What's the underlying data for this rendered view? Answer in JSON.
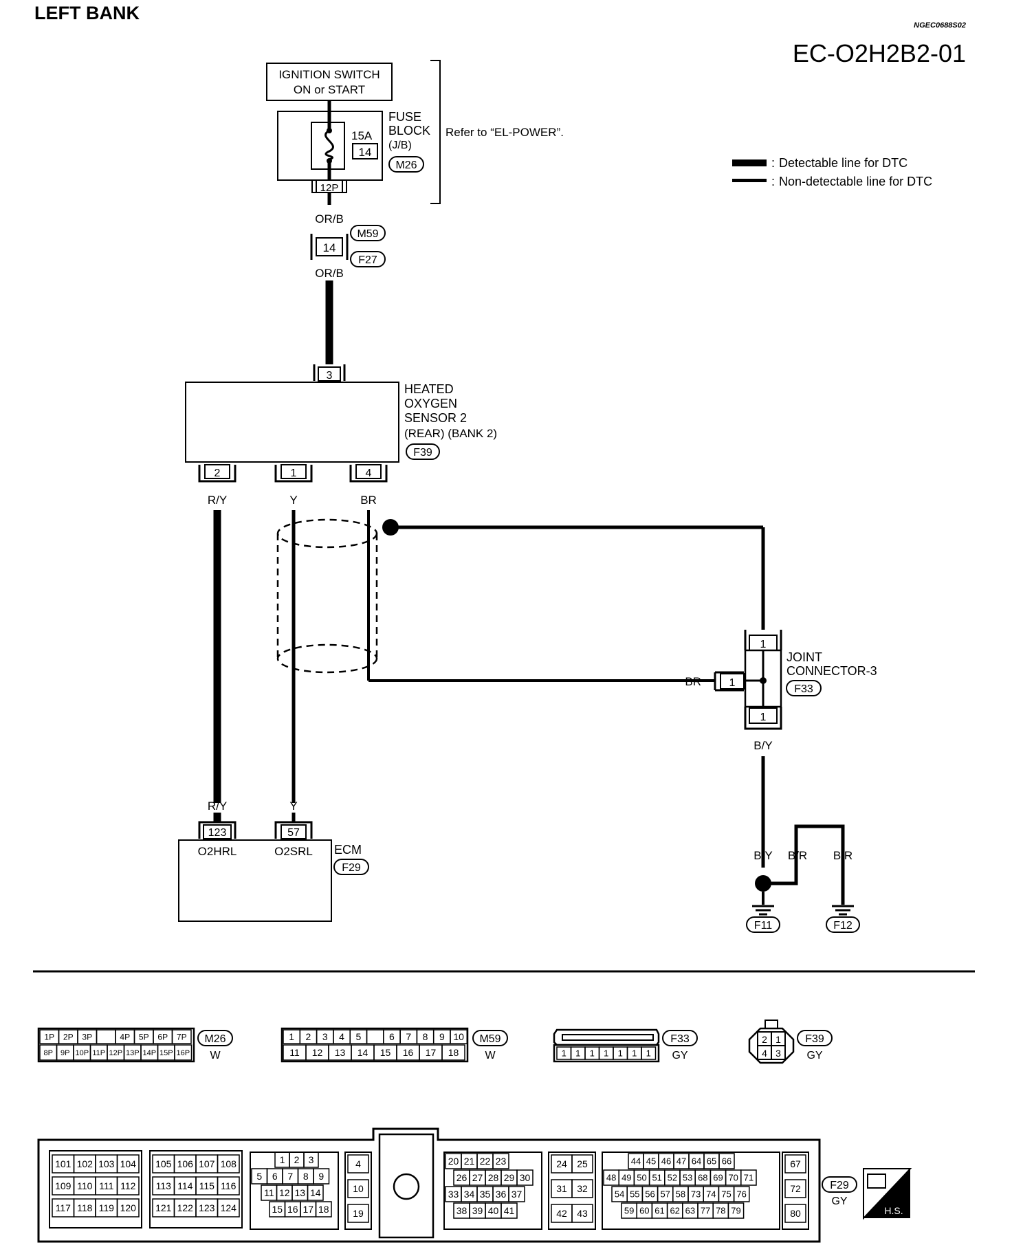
{
  "header": {
    "section_title": "LEFT BANK",
    "doc_code": "NGEC0688S02",
    "diagram_id": "EC-O2H2B2-01"
  },
  "legend": {
    "detectable": "Detectable line for DTC",
    "non_detectable": "Non-detectable line for DTC"
  },
  "ignition": {
    "line1": "IGNITION SWITCH",
    "line2": "ON or START"
  },
  "fuse_block": {
    "label1": "FUSE",
    "label2": "BLOCK",
    "label3": "(J/B)",
    "amp": "15A",
    "terminal": "14",
    "connector": "M26",
    "bottom_connector": "12P",
    "refer": "Refer to “EL-POWER”."
  },
  "joint": {
    "wire_top": "OR/B",
    "terminal": "14",
    "conn_a": "M59",
    "conn_b": "F27",
    "wire_bottom": "OR/B"
  },
  "sensor": {
    "line1": "HEATED",
    "line2": "OXYGEN",
    "line3": "SENSOR 2",
    "line4": "(REAR) (BANK 2)",
    "connector": "F39",
    "top_pin": "3",
    "pins": [
      "2",
      "1",
      "4"
    ],
    "wires": [
      "R/Y",
      "Y",
      "BR"
    ]
  },
  "joint_connector": {
    "line1": "JOINT",
    "line2": "CONNECTOR-3",
    "connector": "F33",
    "pin_top": "1",
    "pin_left": "1",
    "pin_bottom": "1",
    "wire_left": "BR",
    "wire_bottom": "B/Y"
  },
  "ecm": {
    "label": "ECM",
    "connector": "F29",
    "wires": [
      "R/Y",
      "Y"
    ],
    "pins": [
      "123",
      "57"
    ],
    "signals": [
      "O2HRL",
      "O2SRL"
    ]
  },
  "ground": {
    "wires": [
      "B/Y",
      "B/R",
      "B/R"
    ],
    "connectors": [
      "F11",
      "F12"
    ]
  },
  "connector_views": {
    "m26": {
      "id": "M26",
      "color": "W",
      "top": [
        "1P",
        "2P",
        "3P",
        "",
        "4P",
        "5P",
        "6P",
        "7P"
      ],
      "bottom": [
        "8P",
        "9P",
        "10P",
        "11P",
        "12P",
        "13P",
        "14P",
        "15P",
        "16P"
      ]
    },
    "m59": {
      "id": "M59",
      "color": "W",
      "top": [
        "1",
        "2",
        "3",
        "4",
        "5",
        "",
        "6",
        "7",
        "8",
        "9",
        "10"
      ],
      "bottom": [
        "11",
        "12",
        "13",
        "14",
        "15",
        "16",
        "17",
        "18"
      ]
    },
    "f33": {
      "id": "F33",
      "color": "GY",
      "bottom": [
        "1",
        "1",
        "1",
        "1",
        "1",
        "1",
        "1"
      ]
    },
    "f39": {
      "id": "F39",
      "color": "GY",
      "pins": [
        "2",
        "1",
        "4",
        "3"
      ]
    },
    "f29": {
      "id": "F29",
      "color": "GY",
      "g1": [
        [
          "101",
          "102",
          "103",
          "104"
        ],
        [
          "109",
          "110",
          "111",
          "112"
        ],
        [
          "117",
          "118",
          "119",
          "120"
        ]
      ],
      "g2": [
        [
          "105",
          "106",
          "107",
          "108"
        ],
        [
          "113",
          "114",
          "115",
          "116"
        ],
        [
          "121",
          "122",
          "123",
          "124"
        ]
      ],
      "g3": [
        [
          "1",
          "2",
          "3"
        ],
        [
          "5",
          "6",
          "7",
          "8",
          "9"
        ],
        [
          "11",
          "12",
          "13",
          "14"
        ],
        [
          "15",
          "16",
          "17",
          "18"
        ]
      ],
      "g4": [
        "4",
        "10",
        "19"
      ],
      "g5": [
        [
          "20",
          "21",
          "22",
          "23"
        ],
        [
          "26",
          "27",
          "28",
          "29",
          "30"
        ],
        [
          "33",
          "34",
          "35",
          "36",
          "37"
        ],
        [
          "38",
          "39",
          "40",
          "41"
        ]
      ],
      "g6": [
        [
          "24",
          "25"
        ],
        [
          "31",
          "32"
        ],
        [
          "42",
          "43"
        ]
      ],
      "g7": [
        [
          "44",
          "45",
          "46",
          "47",
          "64",
          "65",
          "66"
        ],
        [
          "48",
          "49",
          "50",
          "51",
          "52",
          "53",
          "68",
          "69",
          "70",
          "71"
        ],
        [
          "54",
          "55",
          "56",
          "57",
          "58",
          "73",
          "74",
          "75",
          "76"
        ],
        [
          "59",
          "60",
          "61",
          "62",
          "63",
          "77",
          "78",
          "79"
        ]
      ],
      "g8": [
        "67",
        "72",
        "80"
      ],
      "hs": "H.S."
    }
  }
}
